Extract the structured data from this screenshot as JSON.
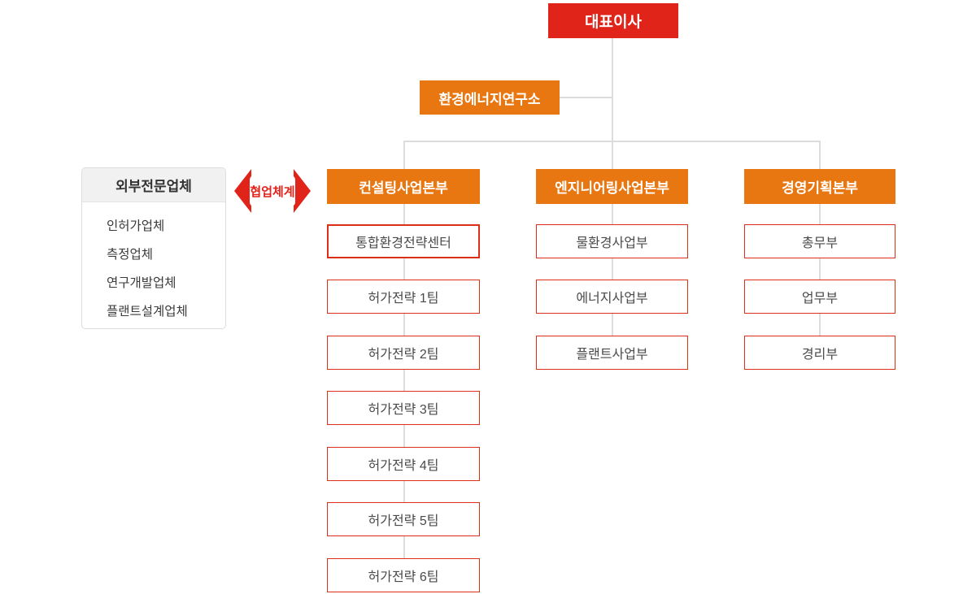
{
  "colors": {
    "ceo_red": "#e1241a",
    "division_orange": "#e87611",
    "team_border_red": "#dd2f18",
    "connector_gray": "#dcdcdc",
    "panel_header_bg": "#f1f1f1"
  },
  "ceo": {
    "label": "대표이사"
  },
  "research_institute": {
    "label": "환경에너지연구소"
  },
  "collaboration": {
    "label": "협업체계"
  },
  "external_partners": {
    "title": "외부전문업체",
    "items": [
      "인허가업체",
      "측정업체",
      "연구개발업체",
      "플랜트설계업체"
    ]
  },
  "divisions": [
    {
      "label": "컨설팅사업본부",
      "teams": [
        "통합환경전략센터",
        "허가전략 1팀",
        "허가전략 2팀",
        "허가전략 3팀",
        "허가전략 4팀",
        "허가전략 5팀",
        "허가전략 6팀"
      ]
    },
    {
      "label": "엔지니어링사업본부",
      "teams": [
        "물환경사업부",
        "에너지사업부",
        "플랜트사업부"
      ]
    },
    {
      "label": "경영기획본부",
      "teams": [
        "총무부",
        "업무부",
        "경리부"
      ]
    }
  ]
}
